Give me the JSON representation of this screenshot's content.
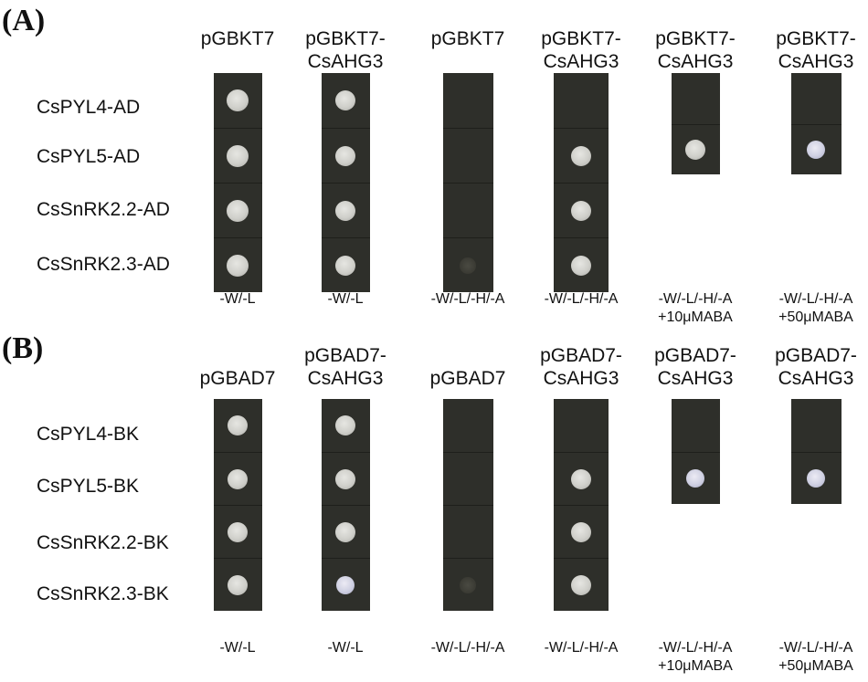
{
  "panels": [
    {
      "label": "(A)",
      "columns": [
        {
          "header": [
            "pGBKT7",
            ""
          ],
          "condition": [
            "-W/-L",
            ""
          ]
        },
        {
          "header": [
            "pGBKT7-",
            "CsAHG3"
          ],
          "condition": [
            "-W/-L",
            ""
          ]
        },
        {
          "header": [
            "pGBKT7",
            ""
          ],
          "condition": [
            "-W/-L/-H/-A",
            ""
          ]
        },
        {
          "header": [
            "pGBKT7-",
            "CsAHG3"
          ],
          "condition": [
            "-W/-L/-H/-A",
            ""
          ]
        },
        {
          "header": [
            "pGBKT7-",
            "CsAHG3"
          ],
          "condition": [
            "-W/-L/-H/-A",
            "+10μMABA"
          ]
        },
        {
          "header": [
            "pGBKT7-",
            "CsAHG3"
          ],
          "condition": [
            "-W/-L/-H/-A",
            "+50μMABA"
          ]
        }
      ],
      "rows": [
        "CsPYL4-AD",
        "CsPYL5-AD",
        "CsSnRK2.2-AD",
        "CsSnRK2.3-AD"
      ],
      "growth": [
        [
          "strong",
          "strong",
          "strong",
          "strong"
        ],
        [
          "strong",
          "strong",
          "strong",
          "strong"
        ],
        [
          "none",
          "none",
          "none",
          "faint"
        ],
        [
          "none",
          "strong",
          "strong",
          "strong"
        ],
        [
          "none",
          "strong"
        ],
        [
          "none",
          "strong-blue"
        ]
      ]
    },
    {
      "label": "(B)",
      "columns": [
        {
          "header": [
            "pGBAD7",
            ""
          ],
          "condition": [
            "-W/-L",
            ""
          ]
        },
        {
          "header": [
            "pGBAD7-",
            "CsAHG3"
          ],
          "condition": [
            "-W/-L",
            ""
          ]
        },
        {
          "header": [
            "pGBAD7",
            ""
          ],
          "condition": [
            "-W/-L/-H/-A",
            ""
          ]
        },
        {
          "header": [
            "pGBAD7-",
            "CsAHG3"
          ],
          "condition": [
            "-W/-L/-H/-A",
            ""
          ]
        },
        {
          "header": [
            "pGBAD7-",
            "CsAHG3"
          ],
          "condition": [
            "-W/-L/-H/-A",
            "+10μMABA"
          ]
        },
        {
          "header": [
            "pGBAD7-",
            "CsAHG3"
          ],
          "condition": [
            "-W/-L/-H/-A",
            "+50μMABA"
          ]
        }
      ],
      "rows": [
        "CsPYL4-BK",
        "CsPYL5-BK",
        "CsSnRK2.2-BK",
        "CsSnRK2.3-BK"
      ],
      "growth": [
        [
          "strong",
          "strong",
          "strong",
          "strong"
        ],
        [
          "strong",
          "strong",
          "strong",
          "strong-blue"
        ],
        [
          "none",
          "none",
          "none",
          "faint"
        ],
        [
          "none",
          "strong",
          "strong",
          "strong"
        ],
        [
          "none",
          "strong-blue"
        ],
        [
          "none",
          "strong-blue"
        ]
      ]
    }
  ]
}
